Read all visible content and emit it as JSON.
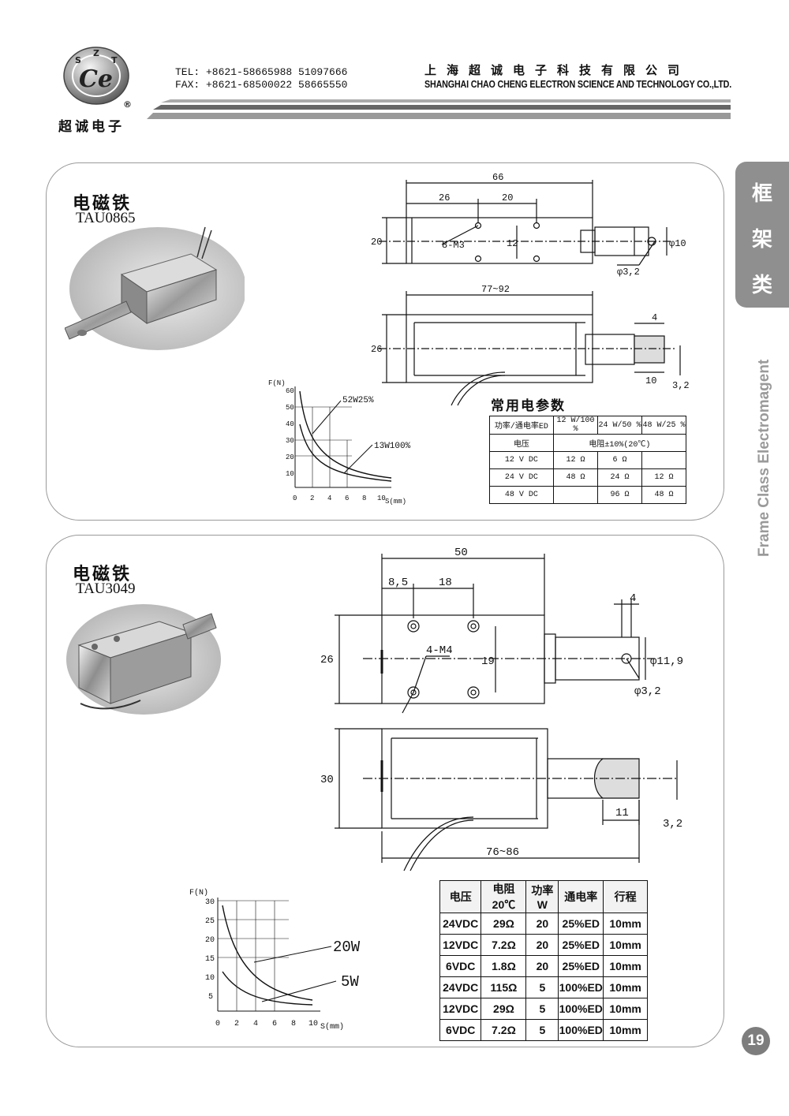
{
  "header": {
    "logo_letters": [
      "S",
      "Z",
      "T",
      "Ce"
    ],
    "logo_registered": "®",
    "logo_cn": "超诚电子",
    "tel": "TEL: +8621-58665988  51097666",
    "fax": "FAX: +8621-68500022  58665550",
    "company_cn": "上海超诚电子科技有限公司",
    "company_en": "SHANGHAI CHAO CHENG ELECTRON SCIENCE AND TECHNOLOGY CO.,LTD."
  },
  "side": {
    "tab_chars": [
      "框",
      "架",
      "类"
    ],
    "vertical_label": "Frame Class Electromagent",
    "page_number": "19"
  },
  "product1": {
    "title": "电磁铁",
    "model": "TAU0865",
    "dims": {
      "length": "66",
      "hole_offset": "26",
      "hole_pitch": "20",
      "width": "20",
      "holes": "8-M3",
      "hole_spacing": "12",
      "shaft_dia": "φ10",
      "pin_dia": "φ3,2",
      "stroke_length": "77~92",
      "height": "26",
      "tip": "4",
      "tip_len": "10",
      "pin": "3,2"
    },
    "graph": {
      "y_label": "F(N)",
      "x_label": "S(mm)",
      "y_ticks": [
        "60",
        "50",
        "40",
        "30",
        "20",
        "10"
      ],
      "x_ticks": [
        "0",
        "2",
        "4",
        "6",
        "8",
        "10"
      ],
      "curves": [
        "52W25%",
        "13W100%"
      ]
    },
    "table": {
      "title": "常用电参数",
      "headers": [
        "功率/通电率ED",
        "12 W/100 %",
        "24 W/50 %",
        "48 W/25 %"
      ],
      "subheader": [
        "电压",
        "电阻±10%(20℃)"
      ],
      "rows": [
        [
          "12 V DC",
          "12 Ω",
          "6 Ω",
          ""
        ],
        [
          "24 V DC",
          "48 Ω",
          "24 Ω",
          "12 Ω"
        ],
        [
          "48 V DC",
          "",
          "96 Ω",
          "48 Ω"
        ]
      ]
    }
  },
  "product2": {
    "title": "电磁铁",
    "model": "TAU3049",
    "dims": {
      "length": "50",
      "hole_offset": "8,5",
      "hole_pitch": "18",
      "width": "26",
      "holes": "4-M4",
      "hole_spacing": "19",
      "tip": "4",
      "shaft_dia": "φ11,9",
      "pin_dia": "φ3,2",
      "height": "30",
      "tip_len": "11",
      "pin": "3,2",
      "stroke_length": "76~86"
    },
    "graph": {
      "y_label": "F(N)",
      "x_label": "S(mm)",
      "y_ticks": [
        "30",
        "25",
        "20",
        "15",
        "10",
        "5"
      ],
      "x_ticks": [
        "0",
        "2",
        "4",
        "6",
        "8",
        "10"
      ],
      "curves": [
        "20W",
        "5W"
      ]
    },
    "table": {
      "headers": [
        "电压",
        "电阻20℃",
        "功率W",
        "通电率",
        "行程"
      ],
      "rows": [
        [
          "24VDC",
          "29Ω",
          "20",
          "25%ED",
          "10mm"
        ],
        [
          "12VDC",
          "7.2Ω",
          "20",
          "25%ED",
          "10mm"
        ],
        [
          "6VDC",
          "1.8Ω",
          "20",
          "25%ED",
          "10mm"
        ],
        [
          "24VDC",
          "115Ω",
          "5",
          "100%ED",
          "10mm"
        ],
        [
          "12VDC",
          "29Ω",
          "5",
          "100%ED",
          "10mm"
        ],
        [
          "6VDC",
          "7.2Ω",
          "5",
          "100%ED",
          "10mm"
        ]
      ]
    }
  }
}
